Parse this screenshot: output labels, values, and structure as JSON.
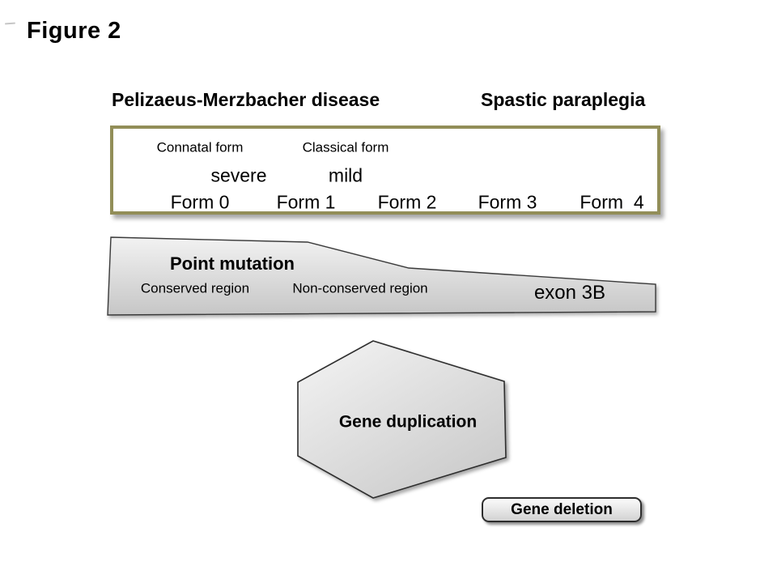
{
  "figure": {
    "title": "Figure 2"
  },
  "headings": {
    "left": "Pelizaeus-Merzbacher disease",
    "right": "Spastic paraplegia"
  },
  "severity_box": {
    "connatal": "Connatal form",
    "classical": "Classical form",
    "severe": "severe",
    "mild": "mild",
    "forms": [
      "Form 0",
      "Form 1",
      "Form 2",
      "Form 3",
      "Form  4"
    ]
  },
  "point_mutation": {
    "title": "Point mutation",
    "conserved": "Conserved region",
    "non_conserved": "Non-conserved region",
    "exon": "exon 3B"
  },
  "gene_duplication": {
    "label": "Gene duplication"
  },
  "gene_deletion": {
    "label": "Gene deletion"
  },
  "colors": {
    "background": "#ffffff",
    "box_border": "#928e58",
    "shape_fill_light": "#f2f2f2",
    "shape_fill_dark": "#c6c6c6",
    "shape_outline": "#333333",
    "text": "#000000"
  }
}
